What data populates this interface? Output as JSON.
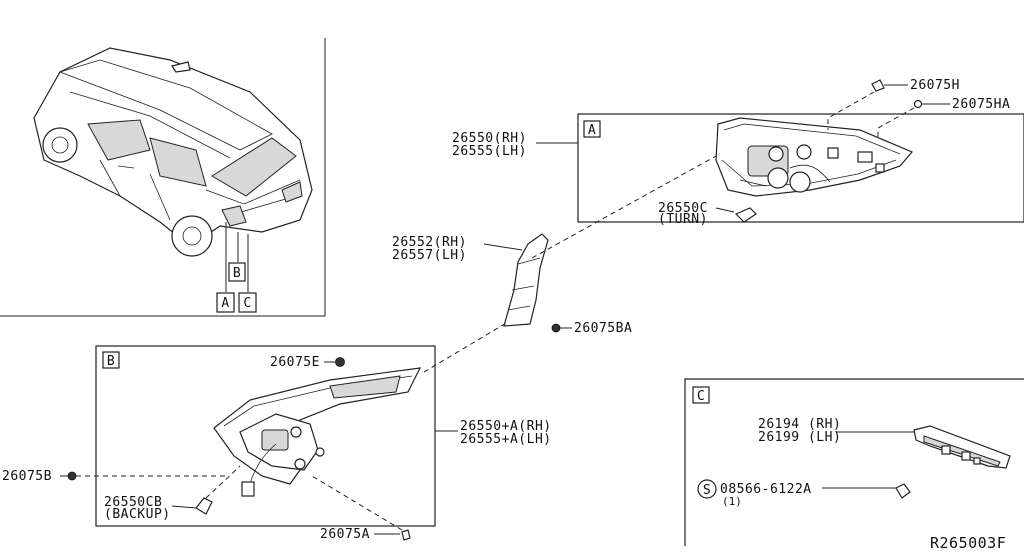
{
  "labels": {
    "p26550_rh": "26550(RH)",
    "p26555_lh": "26555(LH)",
    "p26075h": "26075H",
    "p26075ha": "26075HA",
    "p26550c": "26550C",
    "p26550c_sub": "(TURN)",
    "p26552_rh": "26552(RH)",
    "p26557_lh": "26557(LH)",
    "p26075ba": "26075BA",
    "p26075e": "26075E",
    "p26550a_rh": "26550+A(RH)",
    "p26555a_lh": "26555+A(LH)",
    "p26075b": "26075B",
    "p26550cb": "26550CB",
    "p26550cb_sub": "(BACKUP)",
    "p26075a": "26075A",
    "p26194_rh": "26194 (RH)",
    "p26199_lh": "26199 (LH)",
    "screw_symbol": "S",
    "p08566": "08566-6122A",
    "p08566_qty": "(1)",
    "ref_code": "R265003F"
  },
  "sections": {
    "a": "A",
    "b": "B",
    "c": "C"
  },
  "callouts": {
    "vehicle_a": "A",
    "vehicle_b": "B",
    "vehicle_c": "C"
  }
}
